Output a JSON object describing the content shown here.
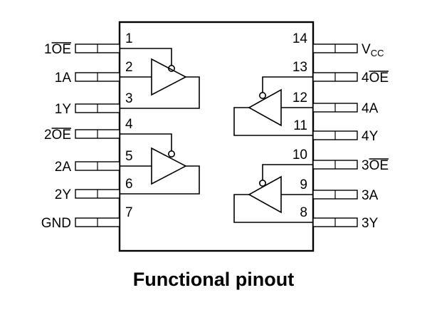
{
  "title": "Functional pinout",
  "pins_left": [
    {
      "num": "1",
      "name": "1",
      "name_over": "OE",
      "name_sub": ""
    },
    {
      "num": "2",
      "name": "1A",
      "name_over": "",
      "name_sub": ""
    },
    {
      "num": "3",
      "name": "1Y",
      "name_over": "",
      "name_sub": ""
    },
    {
      "num": "4",
      "name": "2",
      "name_over": "OE",
      "name_sub": ""
    },
    {
      "num": "5",
      "name": "2A",
      "name_over": "",
      "name_sub": ""
    },
    {
      "num": "6",
      "name": "2Y",
      "name_over": "",
      "name_sub": ""
    },
    {
      "num": "7",
      "name": "GND",
      "name_over": "",
      "name_sub": ""
    }
  ],
  "pins_right": [
    {
      "num": "14",
      "name": "V",
      "name_over": "",
      "name_sub": "CC"
    },
    {
      "num": "13",
      "name": "4",
      "name_over": "OE",
      "name_sub": ""
    },
    {
      "num": "12",
      "name": "4A",
      "name_over": "",
      "name_sub": ""
    },
    {
      "num": "11",
      "name": "4Y",
      "name_over": "",
      "name_sub": ""
    },
    {
      "num": "10",
      "name": "3",
      "name_over": "OE",
      "name_sub": ""
    },
    {
      "num": "9",
      "name": "3A",
      "name_over": "",
      "name_sub": ""
    },
    {
      "num": "8",
      "name": "3Y",
      "name_over": "",
      "name_sub": ""
    }
  ],
  "colors": {
    "ink": "#000000",
    "background": "#ffffff"
  }
}
